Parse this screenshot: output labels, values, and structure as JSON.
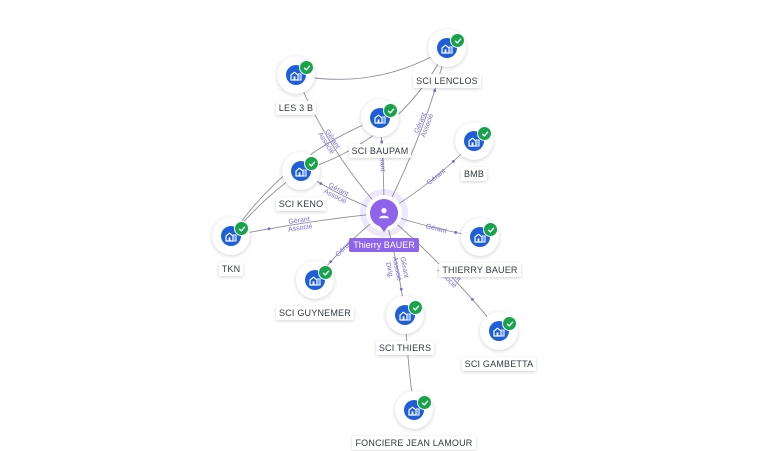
{
  "center": {
    "name": "Thierry BAUER",
    "icon": "user-icon"
  },
  "companies": [
    {
      "id": "les3b",
      "name": "LES 3 B",
      "icon": "building-icon",
      "badge": "check-icon"
    },
    {
      "id": "lenclos",
      "name": "SCI LENCLOS",
      "icon": "building-icon",
      "badge": "check-icon"
    },
    {
      "id": "baupam",
      "name": "SCI BAUPAM",
      "icon": "building-icon",
      "badge": "check-icon"
    },
    {
      "id": "bmb",
      "name": "BMB",
      "icon": "building-icon",
      "badge": "check-icon"
    },
    {
      "id": "keno",
      "name": "SCI KENO",
      "icon": "building-icon",
      "badge": "check-icon"
    },
    {
      "id": "tkn",
      "name": "TKN",
      "icon": "building-icon",
      "badge": "check-icon"
    },
    {
      "id": "thierrybauer",
      "name": "THIERRY BAUER",
      "icon": "building-icon",
      "badge": "check-icon"
    },
    {
      "id": "guynemer",
      "name": "SCI GUYNEMER",
      "icon": "building-icon",
      "badge": "check-icon"
    },
    {
      "id": "thiers",
      "name": "SCI THIERS",
      "icon": "building-icon",
      "badge": "check-icon"
    },
    {
      "id": "gambetta",
      "name": "SCI GAMBETTA",
      "icon": "building-icon",
      "badge": "check-icon"
    },
    {
      "id": "fonciere",
      "name": "FONCIERE JEAN LAMOUR",
      "icon": "building-icon",
      "badge": "check-icon"
    }
  ],
  "relations": [
    {
      "to": "baupam",
      "roles": [
        "Gérant"
      ]
    },
    {
      "to": "lenclos",
      "roles": [
        "Gérant",
        "Associé"
      ]
    },
    {
      "to": "les3b",
      "roles": [
        "Gérant",
        "Associé"
      ]
    },
    {
      "to": "bmb",
      "roles": [
        "Gérant"
      ]
    },
    {
      "to": "keno",
      "roles": [
        "Gérant",
        "Associé"
      ]
    },
    {
      "to": "tkn",
      "roles": [
        "Gérant",
        "Associé"
      ]
    },
    {
      "to": "thierrybauer",
      "roles": [
        "Gérant"
      ]
    },
    {
      "to": "guynemer",
      "roles": [
        "Gérant"
      ]
    },
    {
      "to": "thiers",
      "roles": [
        "Gérant",
        "Associé",
        "Dirig."
      ]
    },
    {
      "to": "gambetta",
      "roles": [
        "Gérant",
        "Associé"
      ]
    }
  ],
  "links": [
    {
      "from": "les3b",
      "to": "lenclos"
    },
    {
      "from": "keno",
      "to": "lenclos"
    },
    {
      "from": "keno",
      "to": "tkn"
    },
    {
      "from": "tkn",
      "to": "baupam"
    },
    {
      "from": "thiers",
      "to": "fonciere"
    }
  ]
}
